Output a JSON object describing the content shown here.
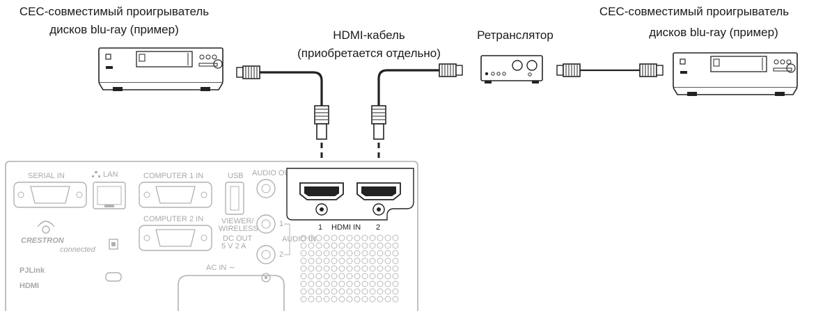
{
  "labels": {
    "player_left_line1": "CEC-совместимый проигрыватель",
    "player_left_line2": "дисков blu-ray (пример)",
    "cable_line1": "HDMI-кабель",
    "cable_line2": "(приобретается отдельно)",
    "repeater": "Ретранслятор",
    "player_right_line1": "CEC-совместимый проигрыватель",
    "player_right_line2": "дисков blu-ray (пример)"
  },
  "panel": {
    "serial_in": "SERIAL IN",
    "lan": "LAN",
    "computer1_in": "COMPUTER 1 IN",
    "computer2_in": "COMPUTER 2 IN",
    "usb": "USB",
    "audio_out": "AUDIO OUT",
    "viewer_wireless_1": "VIEWER/",
    "viewer_wireless_2": "WIRELESS",
    "dc_out": "DC OUT",
    "dc_out_value": "5 V  2 A",
    "audio_in": "AUDIO IN",
    "audio_in_1": "1",
    "audio_in_2": "2",
    "hdmi_in": "HDMI IN",
    "hdmi_port1": "1",
    "hdmi_port2": "2",
    "ac_in": "AC IN ∼",
    "crestron": "CRESTRON",
    "crestron_sub": "connected",
    "pjlink": "PJLink",
    "hdmi_logo": "HDMI"
  }
}
